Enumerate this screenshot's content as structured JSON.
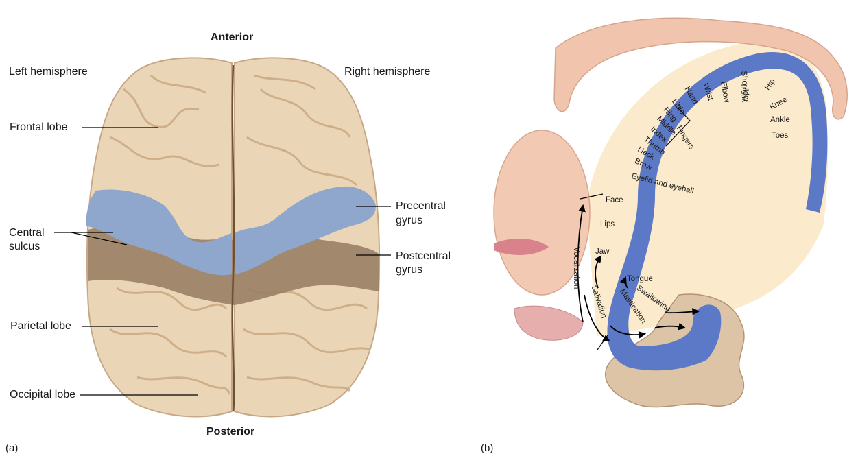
{
  "panel_a": {
    "panel_label": "(a)",
    "anterior": "Anterior",
    "posterior": "Posterior",
    "left_hemisphere": "Left hemisphere",
    "right_hemisphere": "Right hemisphere",
    "frontal_lobe": "Frontal lobe",
    "central_sulcus": [
      "Central",
      "sulcus"
    ],
    "parietal_lobe": "Parietal lobe",
    "occipital_lobe": "Occipital lobe",
    "precentral_gyrus": [
      "Precentral",
      "gyrus"
    ],
    "postcentral_gyrus": [
      "Postcentral",
      "gyrus"
    ]
  },
  "panel_b": {
    "panel_label": "(b)",
    "body_regions": [
      "Toes",
      "Ankle",
      "Knee",
      "Hip",
      "Trunk",
      "Shoulder",
      "Elbow",
      "Wrist",
      "Hand",
      "Little",
      "Ring",
      "Middle",
      "Index",
      "Thumb",
      "Neck",
      "Brow",
      "Eyelid and eyeball",
      "Face",
      "Lips",
      "Jaw",
      "Tongue"
    ],
    "fingers_label": "Fingers",
    "functions": [
      "Vocalization",
      "Salivation",
      "Mastication",
      "Swallowing"
    ]
  },
  "colors": {
    "precentral_blue": "#8fa7cc",
    "motor_strip_blue": "#5b79c6",
    "postcentral_brown": "#9a7f64",
    "brain_beige": "#e8d3b4",
    "cortex_fill": "#fbeacb"
  }
}
